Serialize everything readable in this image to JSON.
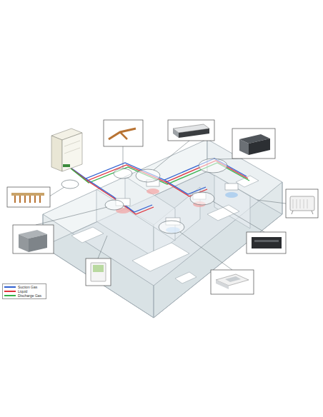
{
  "diagram": {
    "legend": [
      {
        "text": "Suction Gas",
        "color": "#2f5fd0"
      },
      {
        "text": "Liquid",
        "color": "#e0303a"
      },
      {
        "text": "Discharge Gas",
        "color": "#34b04a"
      }
    ]
  }
}
